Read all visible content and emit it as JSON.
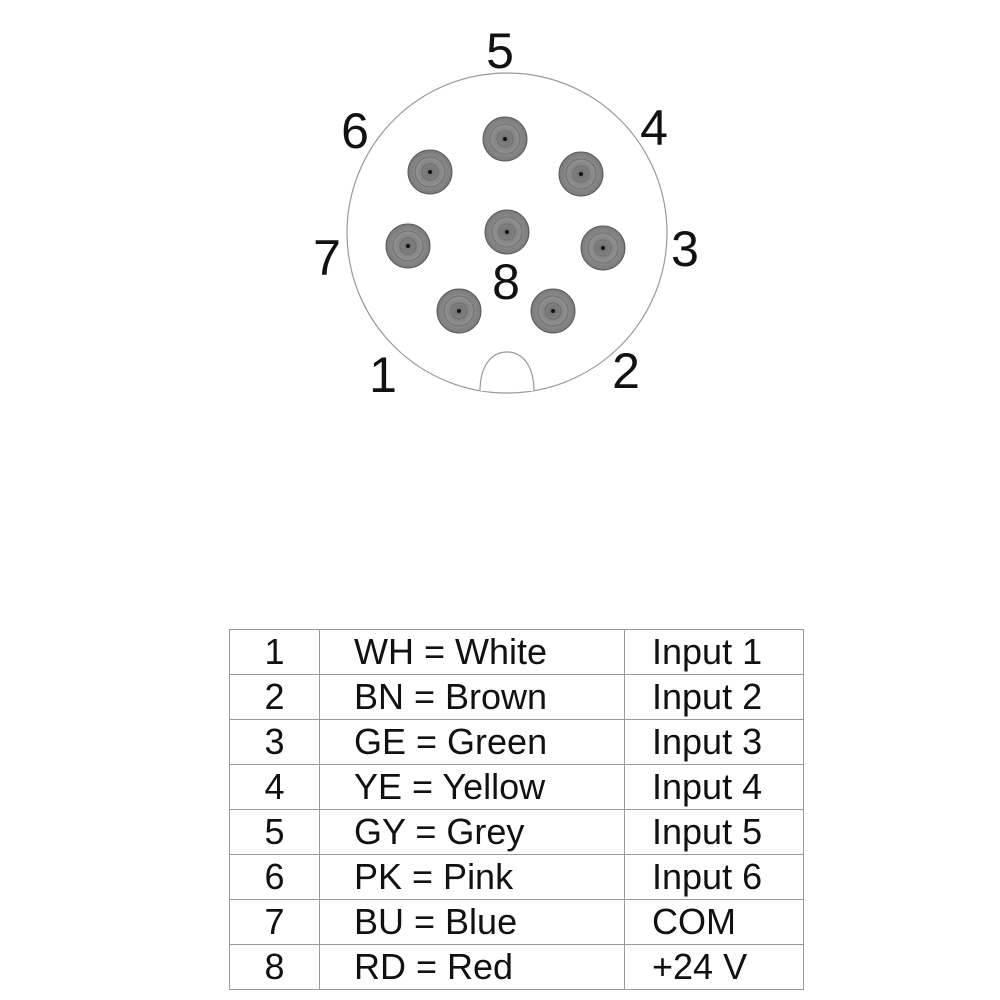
{
  "connector": {
    "pin_numbers": [
      "1",
      "2",
      "3",
      "4",
      "5",
      "6",
      "7",
      "8"
    ]
  },
  "pinout_table": {
    "rows": [
      {
        "pin": "1",
        "color": "WH = White",
        "function": "Input 1"
      },
      {
        "pin": "2",
        "color": "BN = Brown",
        "function": "Input 2"
      },
      {
        "pin": "3",
        "color": "GE = Green",
        "function": "Input 3"
      },
      {
        "pin": "4",
        "color": "YE = Yellow",
        "function": "Input 4"
      },
      {
        "pin": "5",
        "color": "GY = Grey",
        "function": "Input 5"
      },
      {
        "pin": "6",
        "color": "PK = Pink",
        "function": "Input 6"
      },
      {
        "pin": "7",
        "color": "BU = Blue",
        "function": "COM"
      },
      {
        "pin": "8",
        "color": "RD = Red",
        "function": "+24 V"
      }
    ]
  },
  "colors": {
    "outline": "#9a9a9a",
    "pin_fill": "#8c8c8c",
    "text": "#111111"
  }
}
